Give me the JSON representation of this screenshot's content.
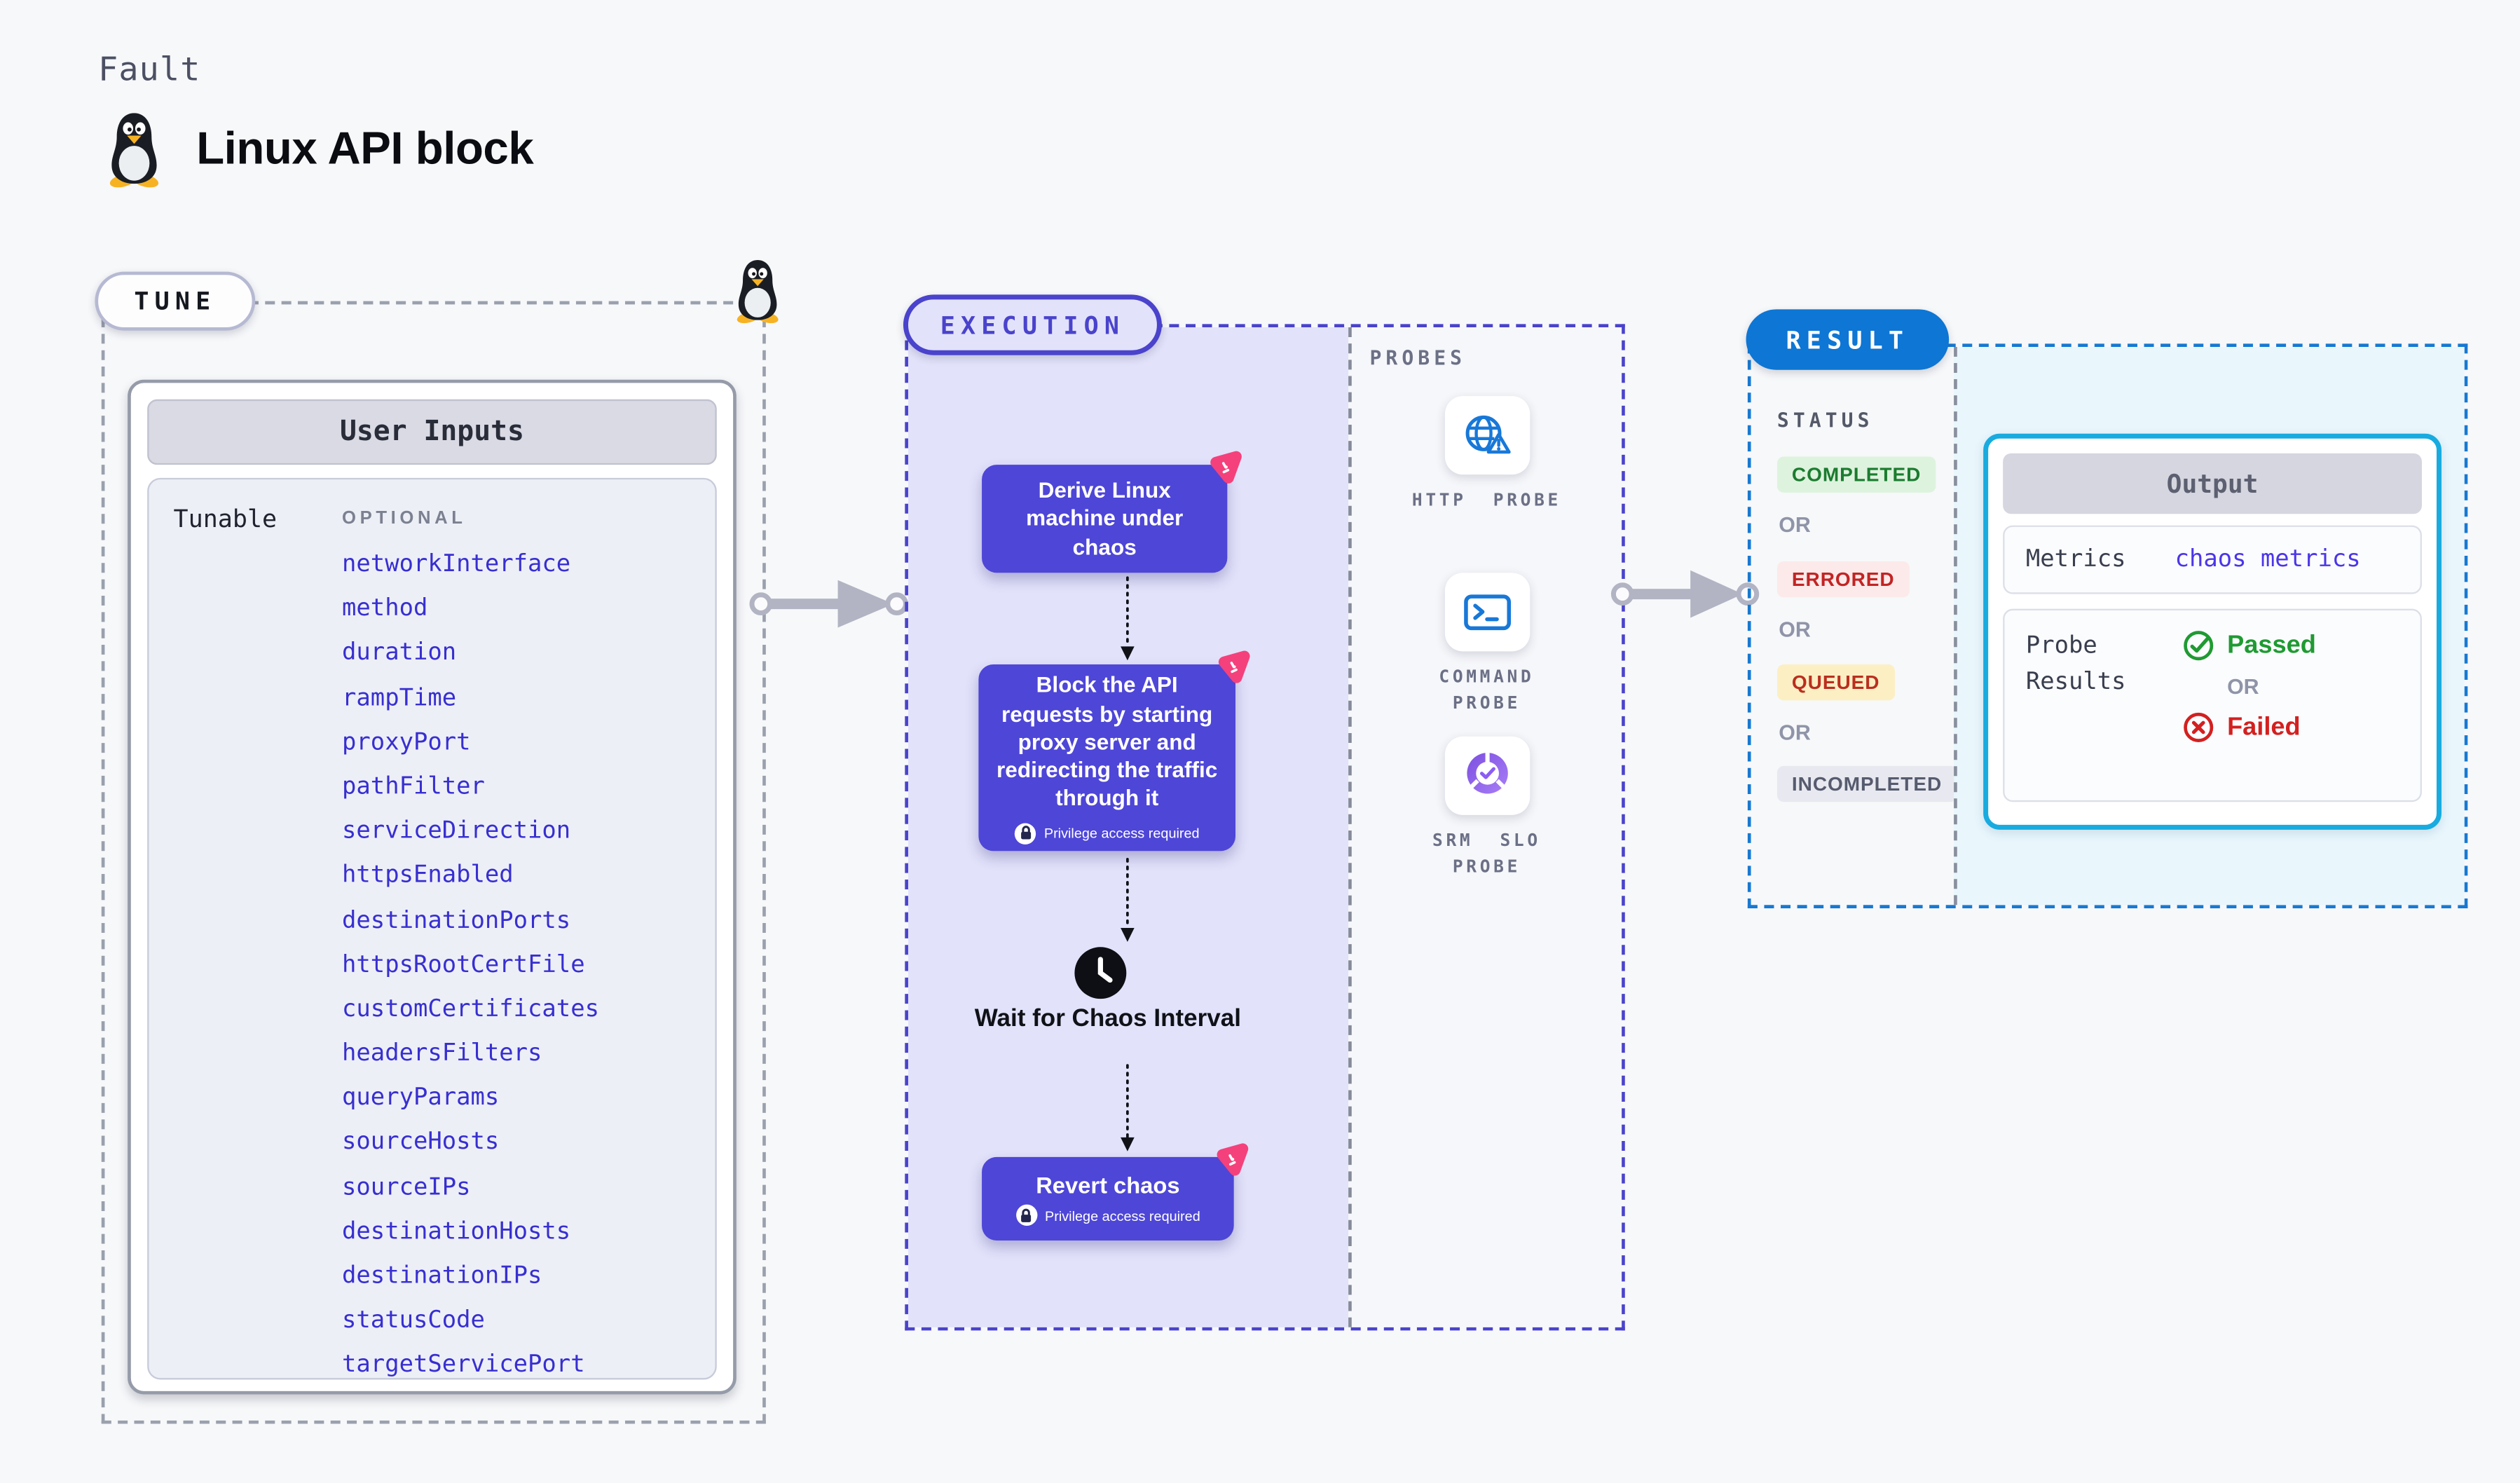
{
  "page": {
    "kicker": "Fault",
    "title": "Linux API block"
  },
  "tune": {
    "label": "TUNE",
    "header": "User Inputs",
    "tunable_label": "Tunable",
    "optional_label": "OPTIONAL",
    "params": [
      "networkInterface",
      "method",
      "duration",
      "rampTime",
      "proxyPort",
      "pathFilter",
      "serviceDirection",
      "httpsEnabled",
      "destinationPorts",
      "httpsRootCertFile",
      "customCertificates",
      "headersFilters",
      "queryParams",
      "sourceHosts",
      "sourceIPs",
      "destinationHosts",
      "destinationIPs",
      "statusCode",
      "targetServicePort"
    ]
  },
  "execution": {
    "label": "EXECUTION",
    "step1": "Derive Linux machine under chaos",
    "step2": "Block the API requests by starting proxy server and redirecting the traffic through it",
    "wait_step": "Wait for Chaos Interval",
    "step3": "Revert chaos",
    "privilege_note": "Privilege access required"
  },
  "probes": {
    "label": "PROBES",
    "items": [
      {
        "label": "HTTP PROBE",
        "icon": "globe-alert-icon"
      },
      {
        "label": "COMMAND PROBE",
        "icon": "terminal-icon"
      },
      {
        "label": "SRM SLO PROBE",
        "icon": "slo-gauge-icon"
      }
    ]
  },
  "result": {
    "label": "RESULT",
    "status_label": "STATUS",
    "or_label": "OR",
    "statuses": [
      {
        "text": "COMPLETED",
        "type": "success"
      },
      {
        "text": "ERRORED",
        "type": "error"
      },
      {
        "text": "QUEUED",
        "type": "warning"
      },
      {
        "text": "INCOMPLETED",
        "type": "neutral"
      }
    ],
    "output": {
      "header": "Output",
      "metrics_label": "Metrics",
      "metrics_value": "chaos metrics",
      "probe_results_label": "Probe Results",
      "passed_label": "Passed",
      "or_label": "OR",
      "failed_label": "Failed"
    }
  },
  "colors": {
    "page_bg": "#f7f8fa",
    "accent_indigo": "#4a43cc",
    "node_indigo": "#4e46d7",
    "lavender_bg": "#e2e2fa",
    "chaos_pink": "#f4417c",
    "result_blue": "#0e76d4",
    "output_border_cyan": "#18abe0",
    "output_panel_bg": "#e9f6fc",
    "param_blue": "#372fd0",
    "probe_icon_blue": "#1878d8",
    "slo_purple": "#8b5cf6",
    "completed_green": "#1b7c2f",
    "errored_red": "#c22424",
    "queued_red": "#ba2f1f",
    "incompleted_gray": "#565b6e",
    "passed_green": "#1f9a32",
    "failed_red": "#d32020",
    "arrow_gray": "#b2b4c3"
  }
}
